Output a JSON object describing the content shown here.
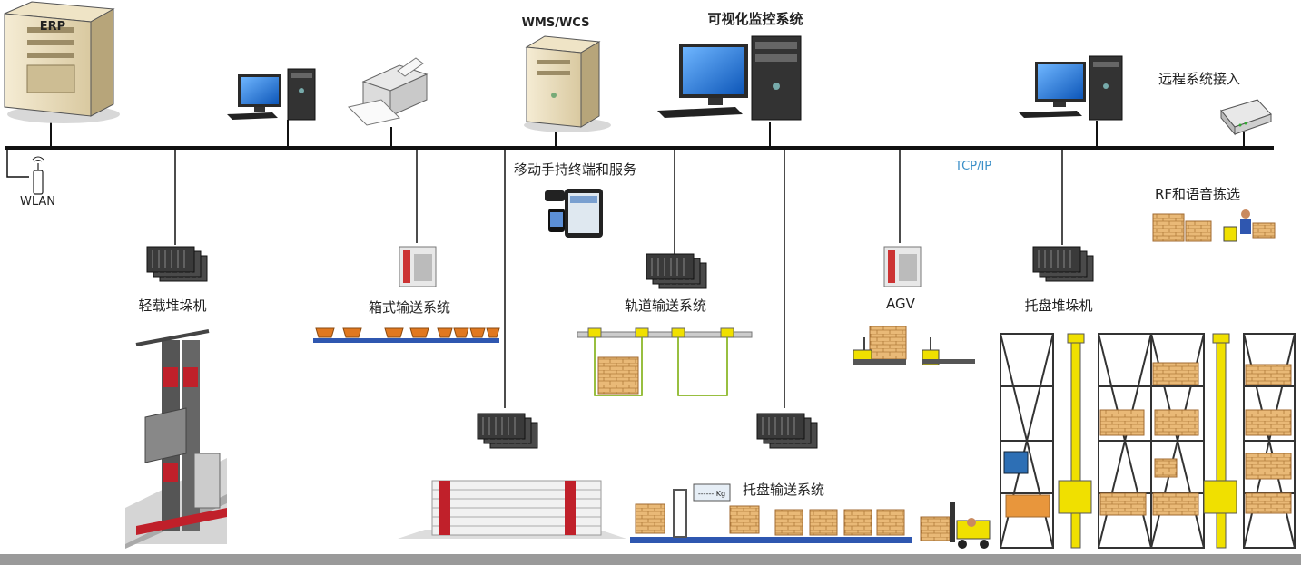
{
  "top_nodes": {
    "erp": "ERP",
    "wms": "WMS/WCS",
    "monitor": "可视化监控系统",
    "remote": "远程系统接入"
  },
  "network": {
    "protocol": "TCP/IP",
    "wlan": "WLAN",
    "mobile": "移动手持终端和服务"
  },
  "subsystems": {
    "light_stacker": "轻载堆垛机",
    "box_conveyor": "箱式输送系统",
    "rail_conveyor": "轨道输送系统",
    "agv": "AGV",
    "pallet_stacker": "托盘堆垛机",
    "rf_voice": "RF和语音拣选",
    "pallet_conveyor": "托盘输送系统"
  },
  "scale_readout": "------ Kg",
  "colors": {
    "bus": "#111111",
    "floor": "#9a9a9a",
    "rack_red": "#c0202a",
    "rack_yellow": "#f0e000",
    "box_tan": "#e8b878",
    "screen_blue": "#1f6fd0",
    "conveyor_blue": "#2f57b0"
  }
}
